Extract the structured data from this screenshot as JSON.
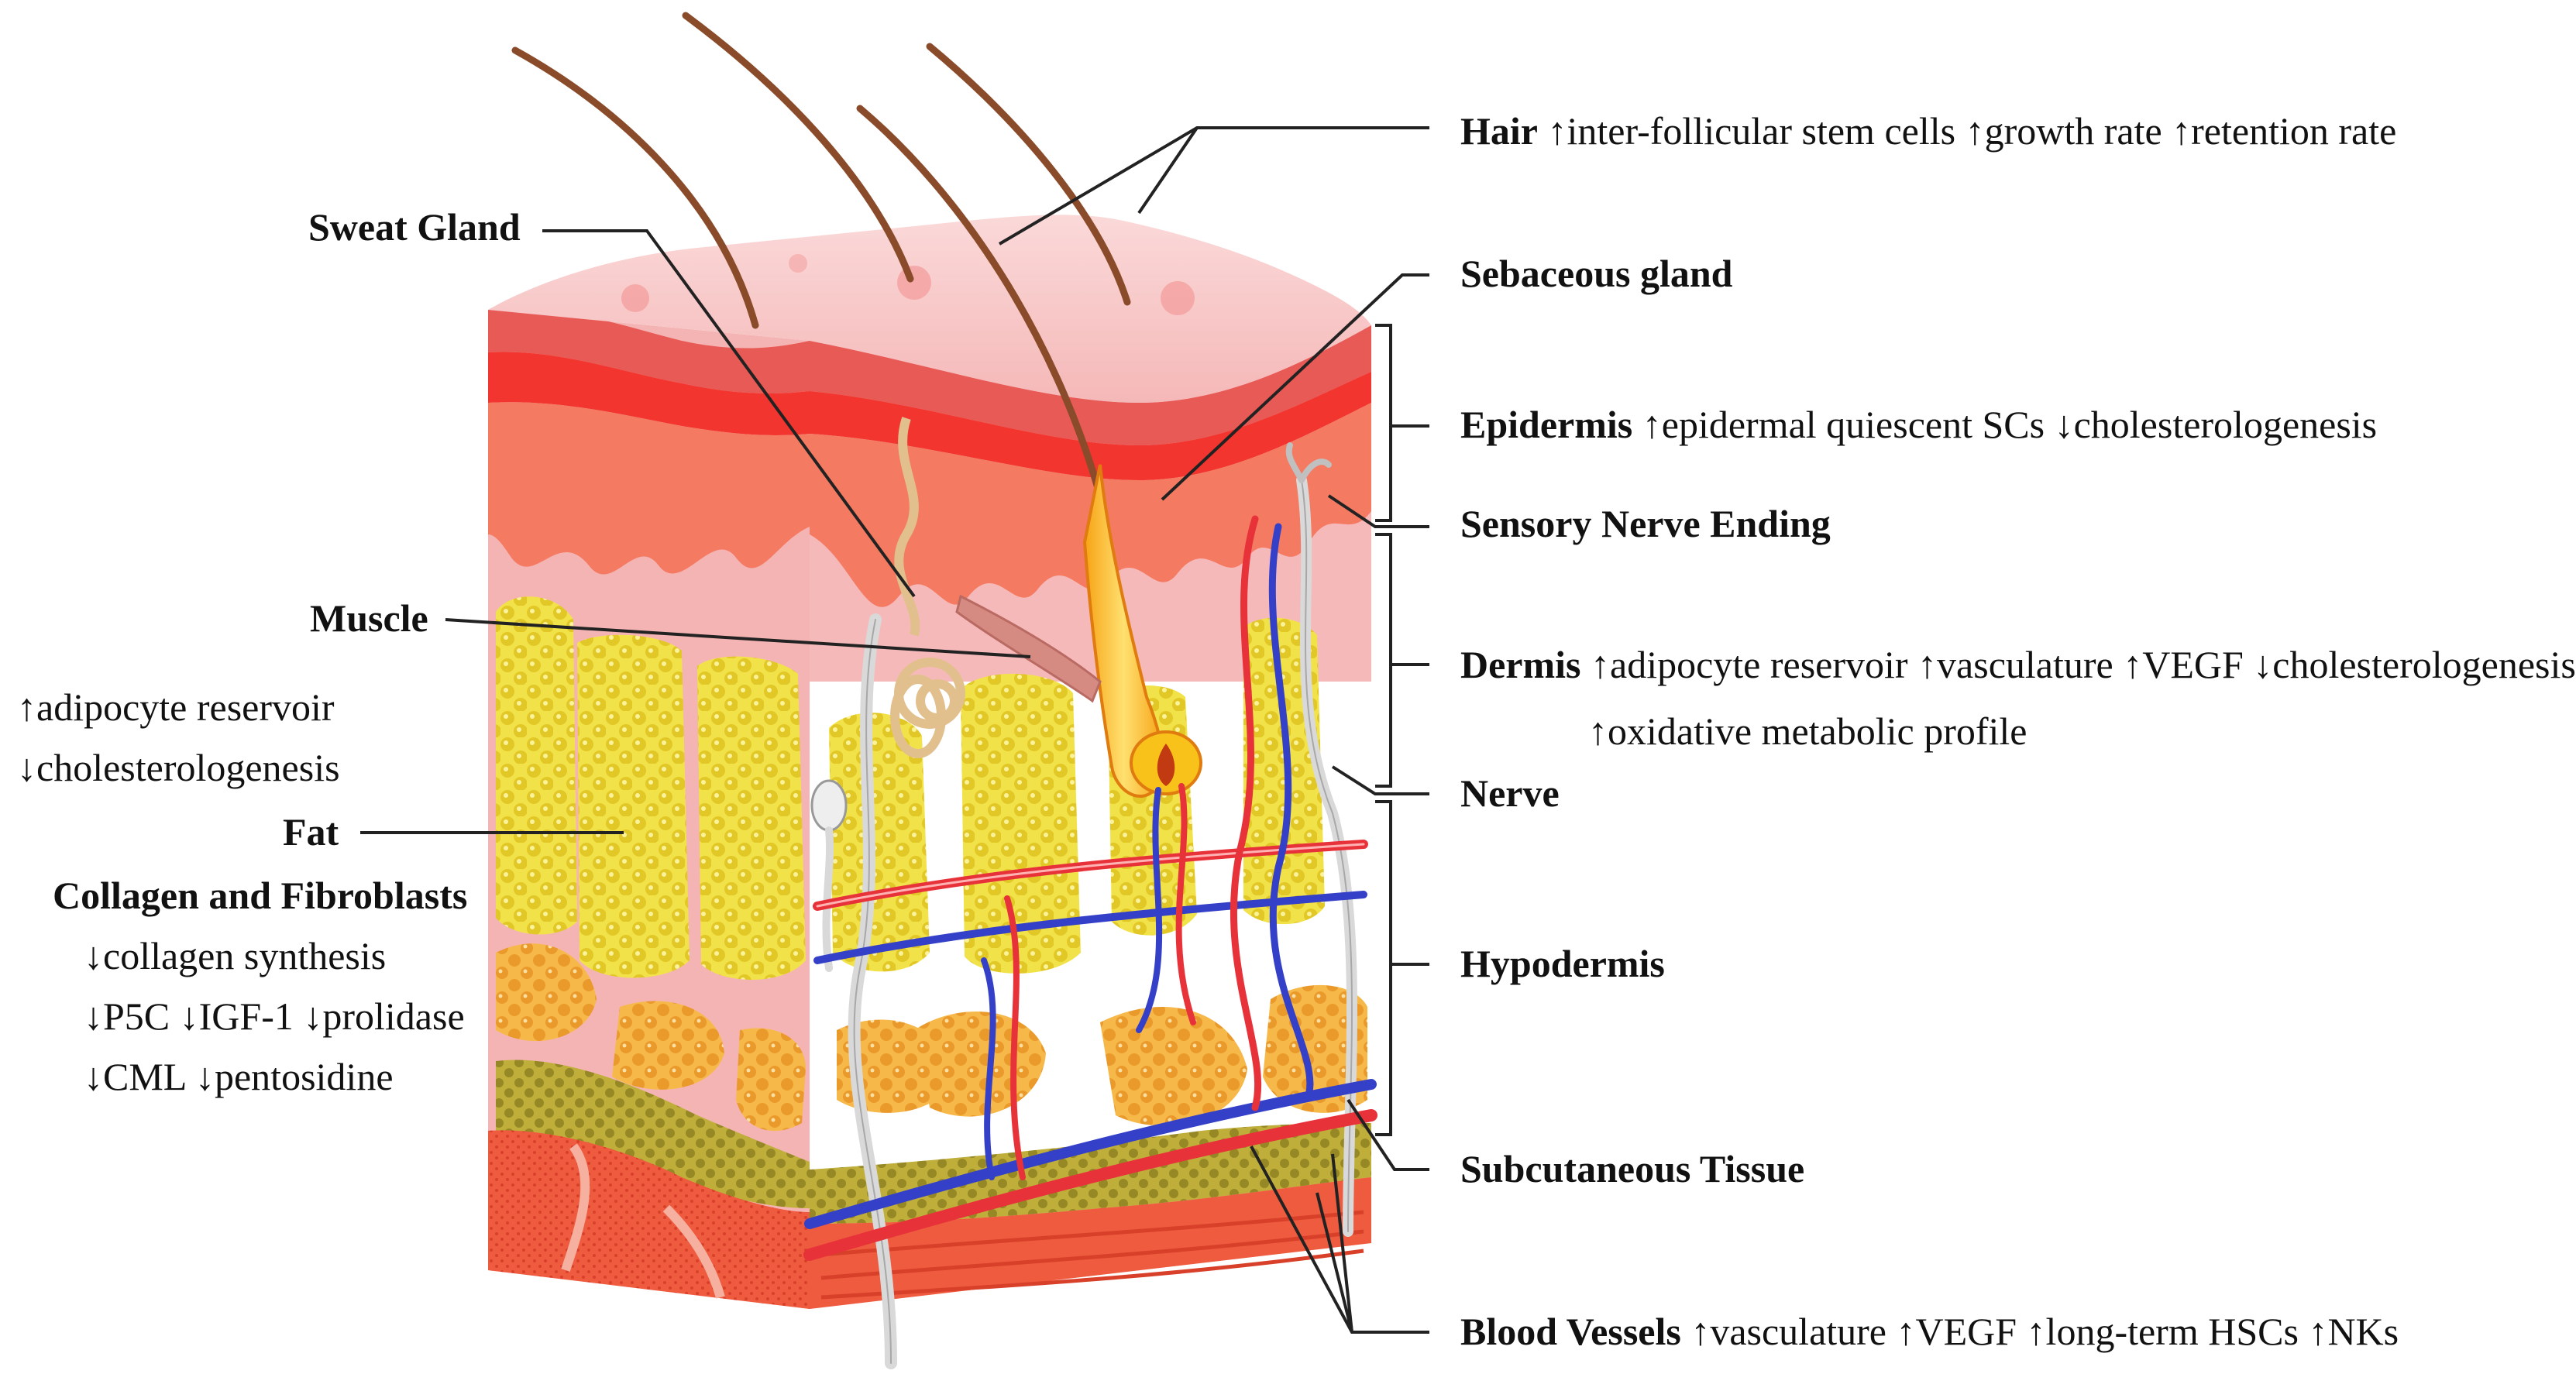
{
  "labels": {
    "hair": {
      "title": "Hair",
      "note": "↑inter-follicular stem cells  ↑growth rate  ↑retention rate"
    },
    "sweat_gland": {
      "title": "Sweat Gland"
    },
    "sebaceous_gland": {
      "title": "Sebaceous gland"
    },
    "epidermis": {
      "title": "Epidermis",
      "note": "↑epidermal quiescent SCs ↓cholesterologenesis"
    },
    "sensory_nerve_ending": {
      "title": "Sensory Nerve Ending"
    },
    "muscle": {
      "title": "Muscle"
    },
    "dermis": {
      "title": "Dermis",
      "note": "↑adipocyte reservoir ↑vasculature ↑VEGF ↓cholesterologenesis",
      "note2": "↑oxidative metabolic profile"
    },
    "nerve": {
      "title": "Nerve"
    },
    "fat": {
      "title": "Fat",
      "notes": [
        "↑adipocyte reservoir",
        "↓cholesterologenesis"
      ]
    },
    "collagen": {
      "title": "Collagen and Fibroblasts",
      "notes": [
        "↓collagen synthesis",
        "↓P5C ↓IGF-1 ↓prolidase",
        "↓CML ↓pentosidine"
      ]
    },
    "hypodermis": {
      "title": "Hypodermis"
    },
    "subcutaneous_tissue": {
      "title": "Subcutaneous Tissue"
    },
    "blood_vessels": {
      "title": "Blood Vessels",
      "note": "↑vasculature ↑VEGF ↑long-term HSCs ↑NKs"
    }
  },
  "colors": {
    "epidermis_top": "#f7c2c2",
    "epidermis_band_dark": "#e85a55",
    "epidermis_band_red": "#f2352f",
    "dermis": "#f5b4b4",
    "fat_yellow": "#f2e24a",
    "fat_orange": "#f5ae3c",
    "muscle_red": "#ef5b3e",
    "artery": "#e8323a",
    "vein": "#3540c8",
    "nerve": "#d9d9d9",
    "hair_follicle": "#f8c21a",
    "label_line": "#222222"
  }
}
